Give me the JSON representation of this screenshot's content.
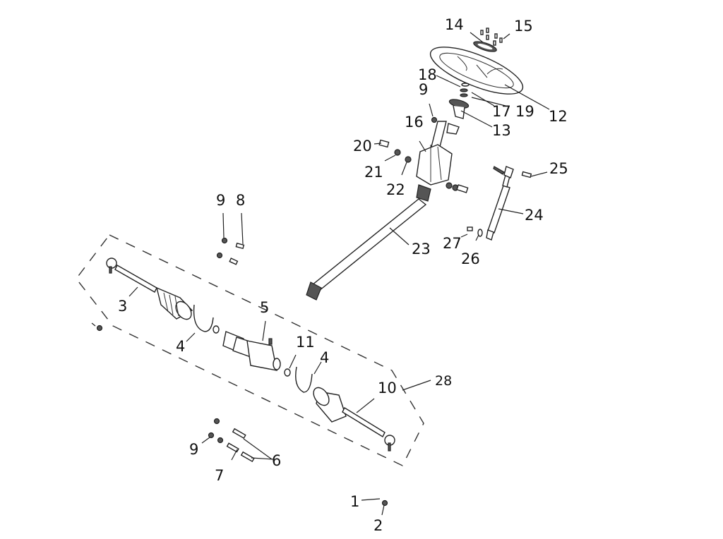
{
  "diagram": {
    "title": "Steering system exploded parts diagram",
    "labels": [
      {
        "id": "l14",
        "text": "14",
        "part": "steering wheel cap"
      },
      {
        "id": "l15",
        "text": "15",
        "part": "screws"
      },
      {
        "id": "l18",
        "text": "18",
        "part": "washer"
      },
      {
        "id": "l9a",
        "text": "9",
        "part": "nut"
      },
      {
        "id": "l17",
        "text": "17",
        "part": "washer"
      },
      {
        "id": "l19",
        "text": "19",
        "part": "washer"
      },
      {
        "id": "l12",
        "text": "12",
        "part": "steering wheel"
      },
      {
        "id": "l13",
        "text": "13",
        "part": "steering hub"
      },
      {
        "id": "l16",
        "text": "16",
        "part": "steering column"
      },
      {
        "id": "l20",
        "text": "20",
        "part": "bolt"
      },
      {
        "id": "l21",
        "text": "21",
        "part": "nut"
      },
      {
        "id": "l22",
        "text": "22",
        "part": "nut"
      },
      {
        "id": "l25",
        "text": "25",
        "part": "bolt"
      },
      {
        "id": "l24",
        "text": "24",
        "part": "gas strut"
      },
      {
        "id": "l23",
        "text": "23",
        "part": "steering shaft"
      },
      {
        "id": "l27",
        "text": "27",
        "part": "bolt"
      },
      {
        "id": "l26",
        "text": "26",
        "part": "washer"
      },
      {
        "id": "l9b",
        "text": "9",
        "part": "nut"
      },
      {
        "id": "l8",
        "text": "8",
        "part": "bolt"
      },
      {
        "id": "l3",
        "text": "3",
        "part": "tie rod assembly left"
      },
      {
        "id": "l5",
        "text": "5",
        "part": "steering rack housing"
      },
      {
        "id": "l4a",
        "text": "4",
        "part": "boot clamp"
      },
      {
        "id": "l11",
        "text": "11",
        "part": "washer"
      },
      {
        "id": "l4b",
        "text": "4",
        "part": "boot clamp"
      },
      {
        "id": "l28",
        "text": "28",
        "part": "steering rack assembly"
      },
      {
        "id": "l10",
        "text": "10",
        "part": "tie rod assembly right"
      },
      {
        "id": "l9c",
        "text": "9",
        "part": "nut"
      },
      {
        "id": "l6",
        "text": "6",
        "part": "bolt"
      },
      {
        "id": "l7",
        "text": "7",
        "part": "bolt"
      },
      {
        "id": "l1",
        "text": "1",
        "part": "cotter pin"
      },
      {
        "id": "l2",
        "text": "2",
        "part": "castle nut"
      }
    ]
  }
}
